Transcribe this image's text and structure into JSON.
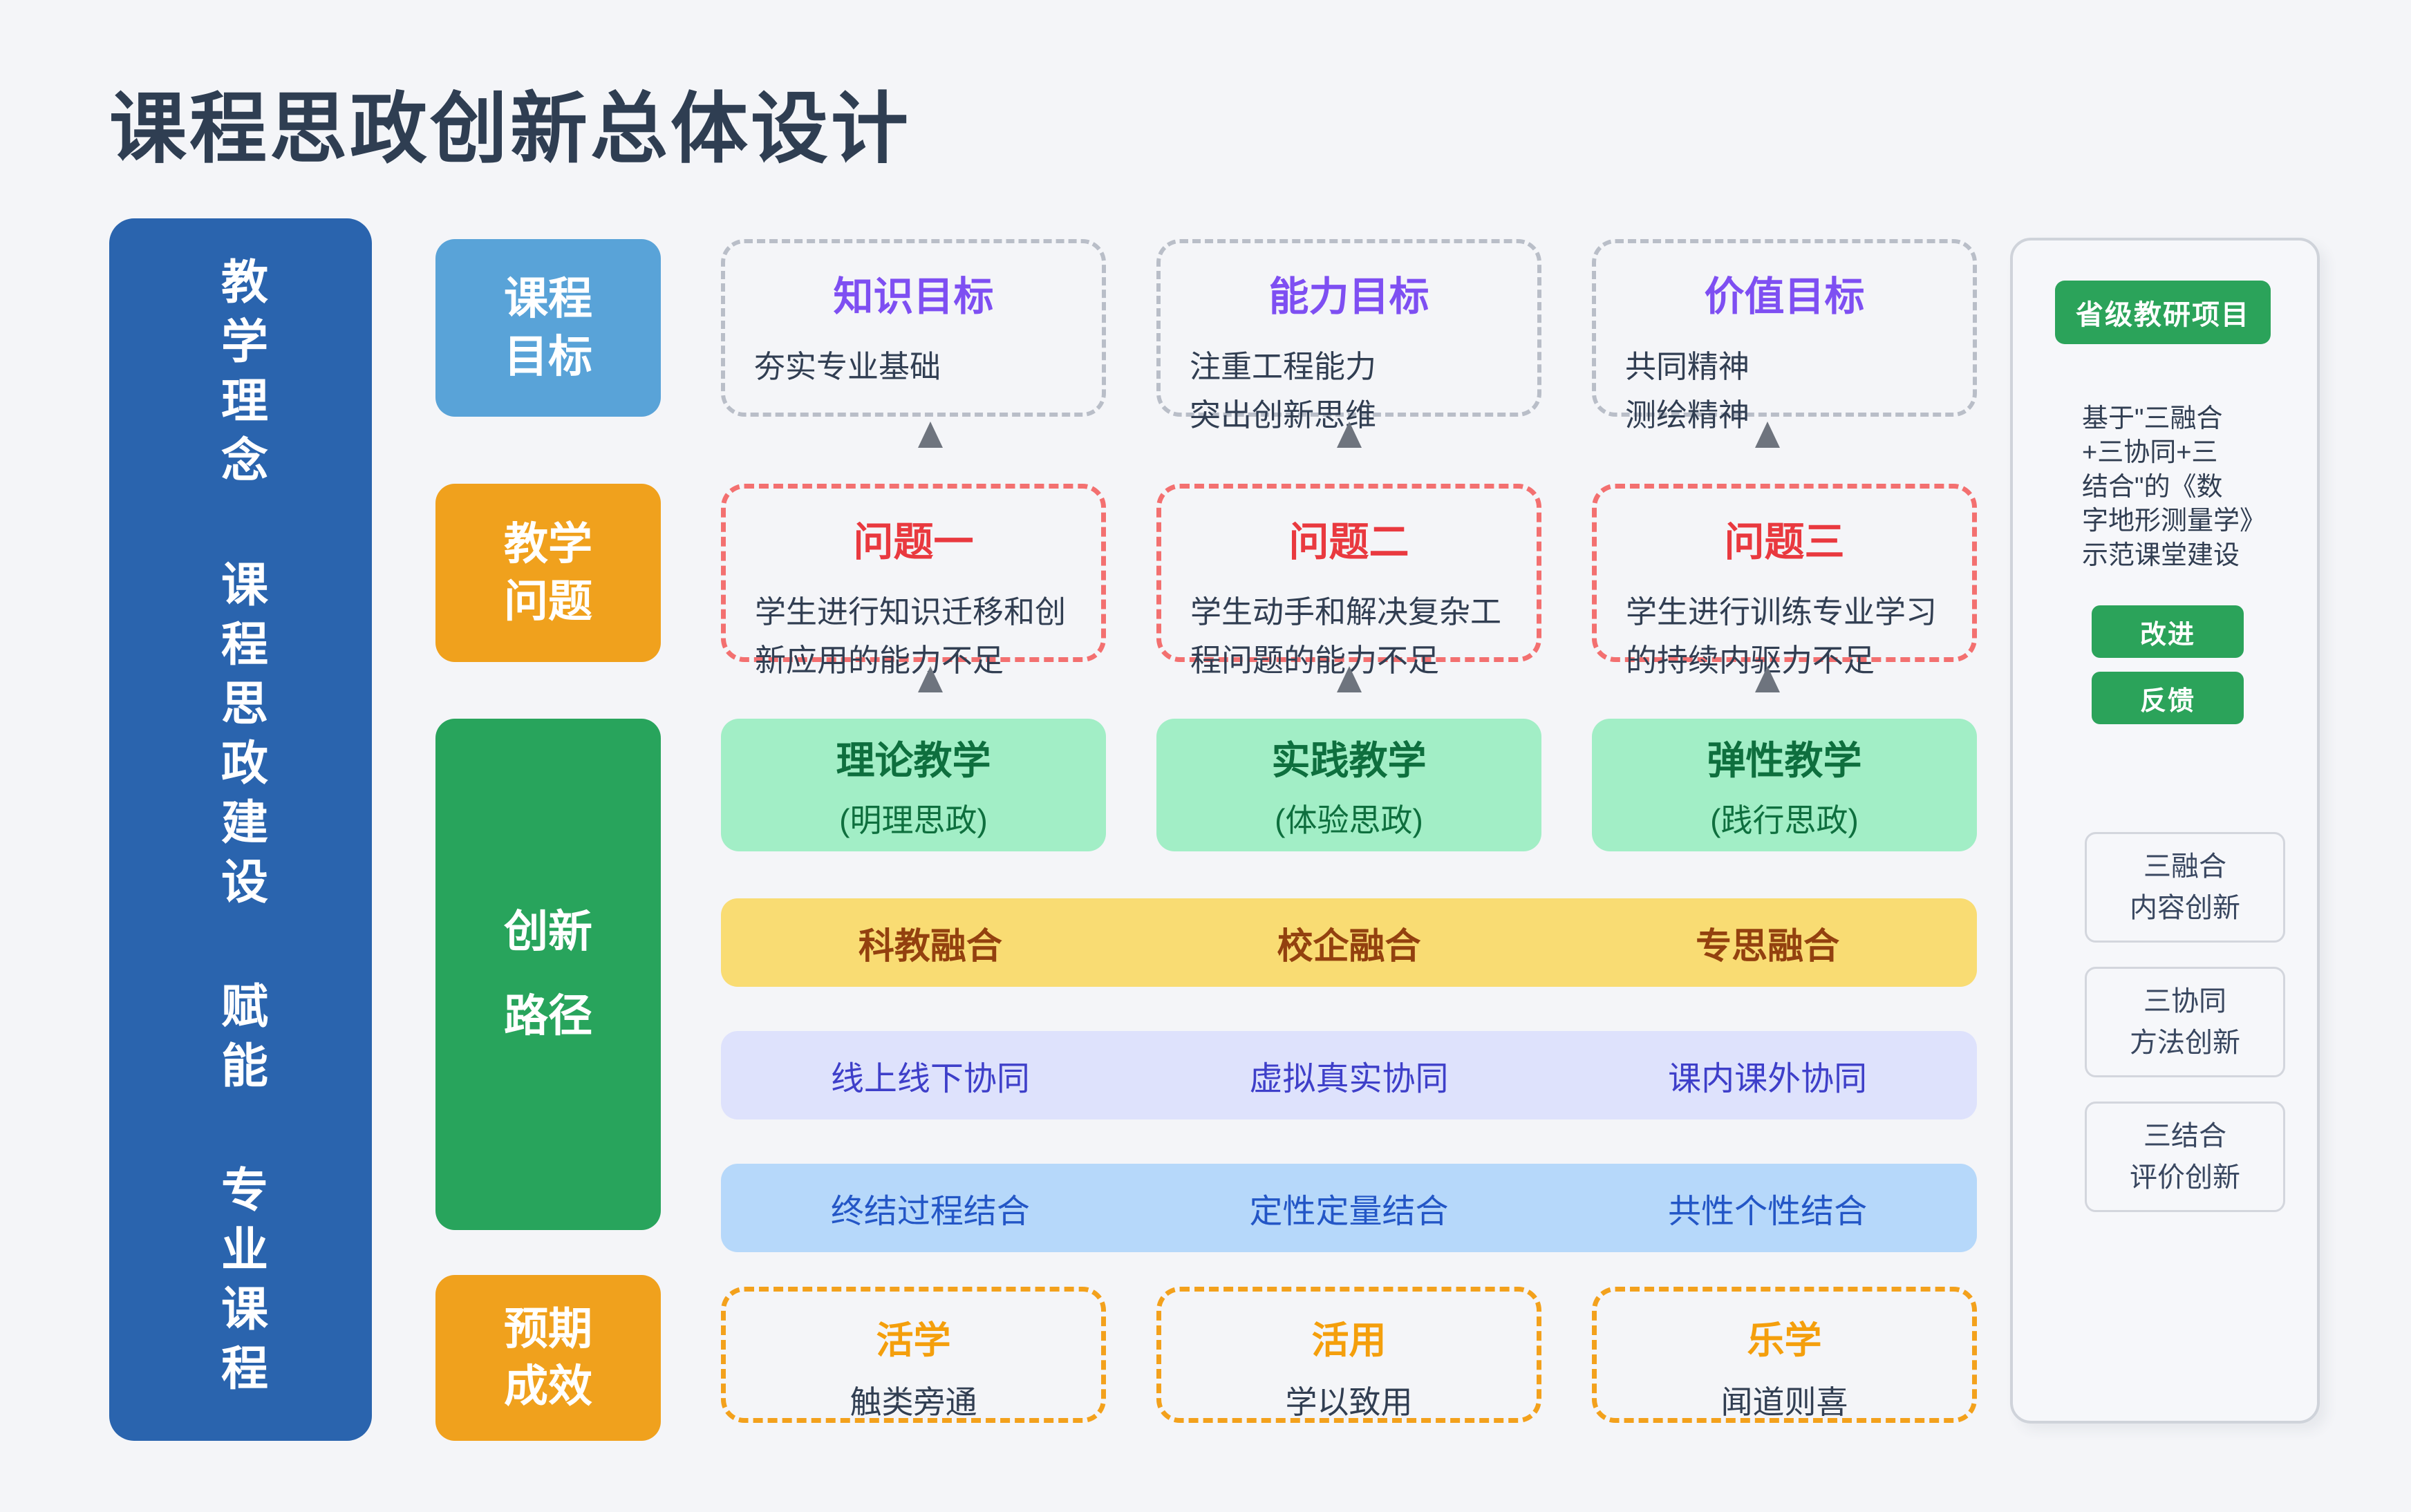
{
  "page": {
    "title": "课程思政创新总体设计"
  },
  "sidebar": {
    "text": "教学理念 课程思政建设 赋能 专业课程"
  },
  "row_labels": [
    {
      "text": "课程\n目标"
    },
    {
      "text": "教学\n问题"
    },
    {
      "text": "创新\n路径"
    },
    {
      "text": "预期\n成效"
    }
  ],
  "goals": [
    {
      "title": "知识目标",
      "body": "夯实专业基础"
    },
    {
      "title": "能力目标",
      "body": "注重工程能力\n突出创新思维"
    },
    {
      "title": "价值目标",
      "body": "共同精神\n测绘精神"
    }
  ],
  "problems": [
    {
      "title": "问题一",
      "body": "学生进行知识迁移和创\n新应用的能力不足"
    },
    {
      "title": "问题二",
      "body": "学生动手和解决复杂工\n程问题的能力不足"
    },
    {
      "title": "问题三",
      "body": "学生进行训练专业学习\n的持续内驱力不足"
    }
  ],
  "teaching": [
    {
      "title": "理论教学",
      "subtitle": "(明理思政)"
    },
    {
      "title": "实践教学",
      "subtitle": "(体验思政)"
    },
    {
      "title": "弹性教学",
      "subtitle": "(践行思政)"
    }
  ],
  "fusion_bar": {
    "items": [
      "科教融合",
      "校企融合",
      "专思融合"
    ]
  },
  "synergy_bar": {
    "items": [
      "线上线下协同",
      "虚拟真实协同",
      "课内课外协同"
    ]
  },
  "combine_bar": {
    "items": [
      "终结过程结合",
      "定性定量结合",
      "共性个性结合"
    ]
  },
  "outcomes": [
    {
      "title": "活学",
      "body": "触类旁通"
    },
    {
      "title": "活用",
      "body": "学以致用"
    },
    {
      "title": "乐学",
      "body": "闻道则喜"
    }
  ],
  "panel": {
    "badge": "省级教研项目",
    "description": "基于\"三融合\n+三协同+三\n结合\"的《数\n字地形测量学》\n示范课堂建设",
    "buttons": [
      "改进",
      "反馈"
    ],
    "boxes": [
      "三融合\n内容创新",
      "三协同\n方法创新",
      "三结合\n评价创新"
    ]
  },
  "colors": {
    "page-bg": "#f4f5f8",
    "title": "#2f3e52",
    "blue-bar": "#2a64ae",
    "sky": "#59a3d8",
    "orange-label": "#f0a11d",
    "green-label": "#28a45c",
    "purple": "#7e4ff2",
    "red-head": "#e9393f",
    "red-border": "#f37070",
    "gray-border": "#b9bec8",
    "body": "#313e52",
    "arrow": "#6e747e",
    "mint-bg": "#a2eec6",
    "mint-text": "#0e6f3e",
    "yellow-bg": "#f9dc73",
    "yellow-text": "#93410f",
    "lav-bg": "#dee2fc",
    "lav-text": "#3e3fc9",
    "bluerow-bg": "#b6d8fa",
    "bluerow-text": "#2356c6",
    "orange-dash": "#f3a11c",
    "orange-head": "#f49f0c",
    "panel-border": "#cfd3da",
    "panel-bg": "#f6f7fa",
    "green-btn": "#2ba35a",
    "box-border": "#d3d6dd",
    "box-text": "#394760"
  }
}
